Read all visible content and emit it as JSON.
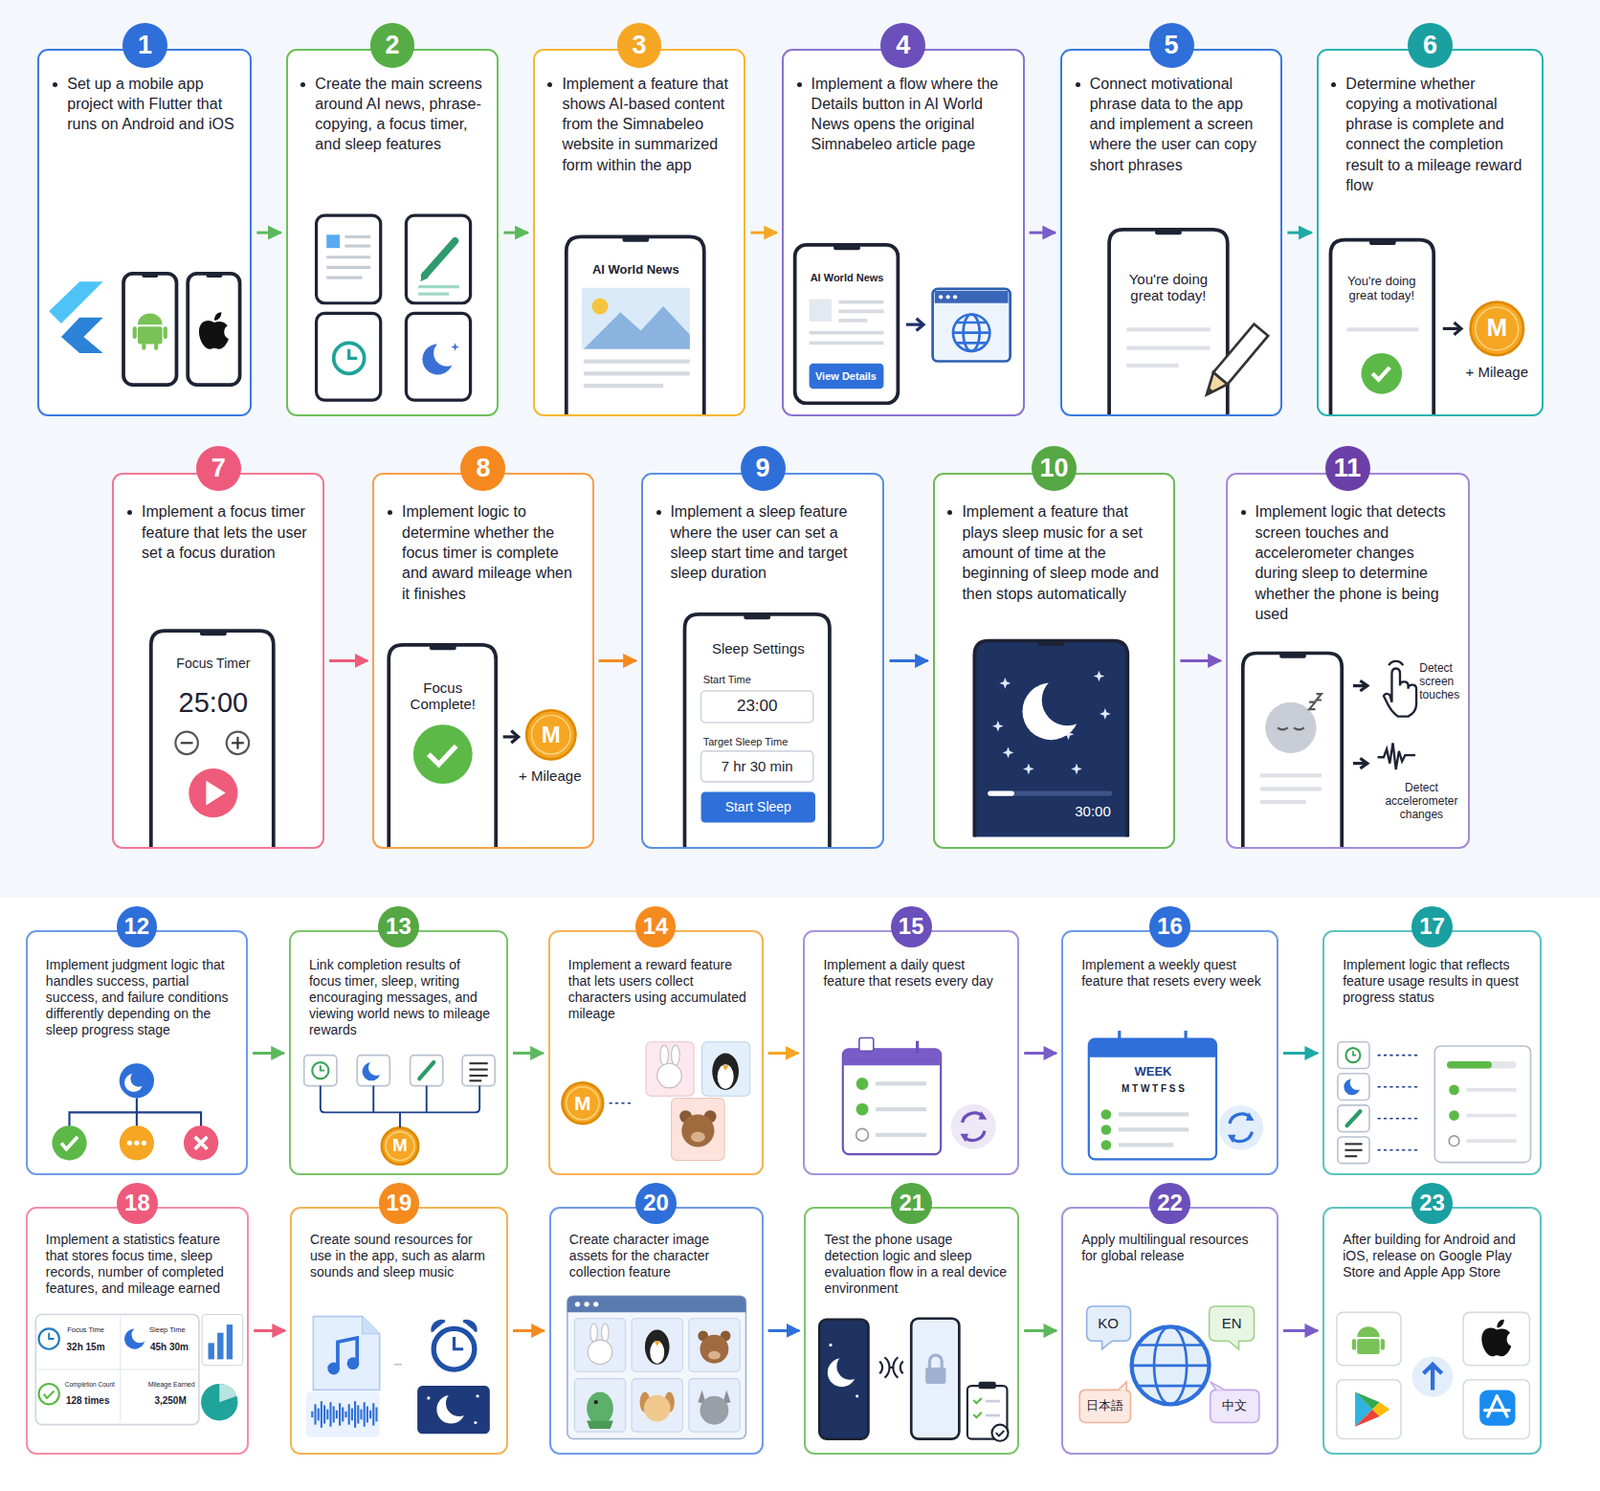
{
  "diagram": {
    "nodes": [
      {
        "text": [
          "1",
          "Set up a mobile app project with Flutter that runs on Android and iOS"
        ]
      },
      {
        "text": [
          "2",
          "Create the main screens around AI news, phrase-copying, a focus timer, and sleep features"
        ]
      },
      {
        "text": [
          "3",
          "Implement a feature that shows AI-based content from the Simnabeleo website in summarized form within the app"
        ]
      },
      {
        "text": [
          "4",
          "Implement a flow where the Details button in AI World News opens the original Simnabeleo article page"
        ]
      },
      {
        "text": [
          "5",
          "Connect motivational phrase data to the app and implement a screen where the user can copy short phrases"
        ]
      },
      {
        "text": [
          "6",
          "Determine whether copying a motivational phrase is complete and connect the completion result to a mileage reward flow"
        ]
      },
      {
        "text": [
          "7",
          "Implement a focus timer feature that lets the user set a focus duration"
        ]
      },
      {
        "text": [
          "8",
          "Implement logic to determine whether the focus timer is complete and award mileage when it finishes"
        ]
      },
      {
        "text": [
          "9",
          "Implement a sleep feature where the user can set a sleep start time and target sleep duration"
        ]
      },
      {
        "text": [
          "10",
          "Implement a feature that plays sleep music for a set amount of time at the beginning of sleep mode and then stops automatically"
        ]
      },
      {
        "text": [
          "11",
          "Implement logic that detects screen touches and accelerometer changes during sleep to determine whether the phone is being used"
        ]
      },
      {
        "text": [
          "12",
          "Implement judgment logic that handles success, partial success, and failure conditions differently depending on the sleep progress stage"
        ]
      },
      {
        "text": [
          "13",
          "Link completion results of focus timer, sleep, writing encouraging messages, and viewing world news to mileage rewards"
        ]
      },
      {
        "text": [
          "14",
          "Implement a reward feature that lets users collect characters using accumulated mileage"
        ]
      },
      {
        "text": [
          "15",
          "Implement a daily quest feature that resets every day"
        ]
      },
      {
        "text": [
          "16",
          "Implement a weekly quest feature that resets every week"
        ]
      },
      {
        "text": [
          "17",
          "Implement logic that reflects feature usage results in quest progress status"
        ]
      },
      {
        "text": [
          "18",
          "Implement a statistics feature that stores focus time, sleep records, number of completed features, and mileage earned"
        ]
      },
      {
        "text": [
          "19",
          "Create sound resources for use in the app, such as alarm sounds and sleep music"
        ]
      },
      {
        "text": [
          "20",
          "Create character image assets for the character collection feature"
        ]
      },
      {
        "text": [
          "21",
          "Test the phone usage detection logic and sleep evaluation flow in a real device environment"
        ]
      },
      {
        "text": [
          "22",
          "Apply multilingual resources for global release"
        ]
      },
      {
        "text": [
          "23",
          "After building for Android and iOS, release on Google Play Store and Apple App Store"
        ]
      }
    ],
    "edges": [
      {
        "from": 0,
        "to": 1,
        "arrow": "to"
      },
      {
        "from": 1,
        "to": 2,
        "arrow": "to"
      },
      {
        "from": 2,
        "to": 3,
        "arrow": "to"
      },
      {
        "from": 3,
        "to": 4,
        "arrow": "to"
      },
      {
        "from": 4,
        "to": 5,
        "arrow": "to"
      },
      {
        "from": 6,
        "to": 7,
        "arrow": "to"
      },
      {
        "from": 7,
        "to": 8,
        "arrow": "to"
      },
      {
        "from": 8,
        "to": 9,
        "arrow": "to"
      },
      {
        "from": 9,
        "to": 10,
        "arrow": "to"
      },
      {
        "from": 11,
        "to": 12,
        "arrow": "to"
      },
      {
        "from": 12,
        "to": 13,
        "arrow": "to"
      },
      {
        "from": 13,
        "to": 14,
        "arrow": "to"
      },
      {
        "from": 14,
        "to": 15,
        "arrow": "to"
      },
      {
        "from": 15,
        "to": 16,
        "arrow": "to"
      },
      {
        "from": 17,
        "to": 18,
        "arrow": "to"
      },
      {
        "from": 18,
        "to": 19,
        "arrow": "to"
      },
      {
        "from": 19,
        "to": 20,
        "arrow": "to"
      },
      {
        "from": 20,
        "to": 21,
        "arrow": "to"
      },
      {
        "from": 21,
        "to": 22,
        "arrow": "to"
      }
    ],
    "labels": [
      "AI World News",
      "AI World News",
      "View Details",
      "You're doing great today!",
      "You're doing great today!",
      "M",
      "+ Mileage",
      "Focus Timer",
      "25:00",
      "Focus Complete!",
      "M",
      "+ Mileage",
      "Sleep Settings",
      "Start Time",
      "23:00",
      "Target Sleep Time",
      "7 hr 30 min",
      "Start Sleep",
      "30:00",
      "Detect screen touches",
      "Detect accelerometer changes",
      "M",
      "M",
      "WEEK",
      "M T W T F S S",
      "Focus Time",
      "32h 15m",
      "Sleep Time",
      "45h 30m",
      "Completion Count",
      "128 times",
      "M",
      "Mileage Earned",
      "3,250M",
      "KO",
      "EN",
      "日本語",
      "中文"
    ]
  }
}
